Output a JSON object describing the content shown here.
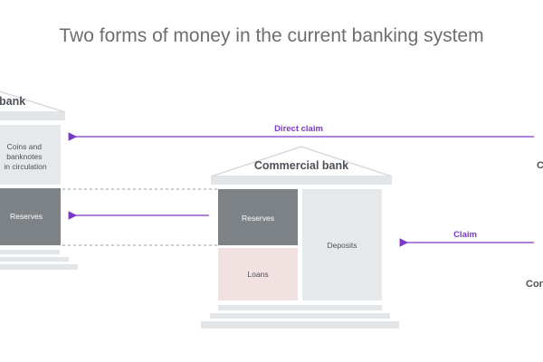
{
  "title": "Two forms of money in the current banking system",
  "central_bank": {
    "label": "bank",
    "coins_label_lines": [
      "Coins and",
      "banknotes",
      "in circulation"
    ],
    "reserves_label": "Reserves"
  },
  "commercial_bank": {
    "label": "Commercial bank",
    "reserves_label": "Reserves",
    "loans_label": "Loans",
    "deposits_label": "Deposits"
  },
  "arrows": {
    "direct_claim": "Direct claim",
    "claim": "Claim"
  },
  "right_labels": {
    "top": "C",
    "bottom": "Con"
  },
  "colors": {
    "title": "#6b6e72",
    "building_light": "#e3e6e9",
    "panel_light": "#e6e9ec",
    "reserves_dark": "#7d8287",
    "loans_pink": "#f2e1e1",
    "arrow_purple": "#7a38c6",
    "dashed_line": "#9ba0a5",
    "text_dark": "#4d5258",
    "text_white": "#ffffff"
  }
}
